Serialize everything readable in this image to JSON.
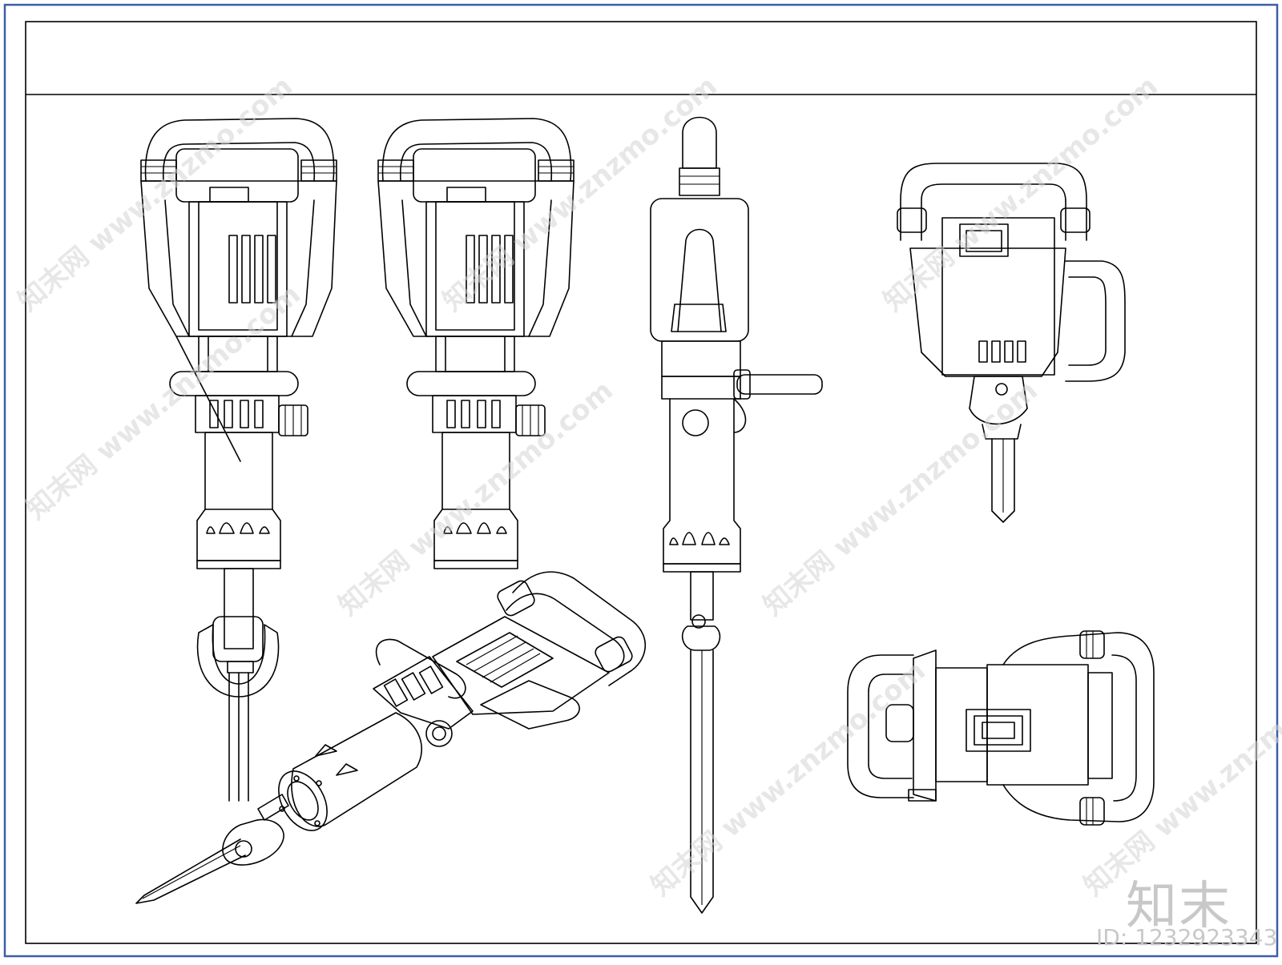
{
  "watermark": {
    "text": "知末网 www.znzmo.com"
  },
  "logo": {
    "brand": "知末",
    "id_label": "ID: 1232923343"
  },
  "colors": {
    "frame_outer": "#3b5fa8",
    "line": "#000000",
    "watermark": "#c8c8c8"
  }
}
